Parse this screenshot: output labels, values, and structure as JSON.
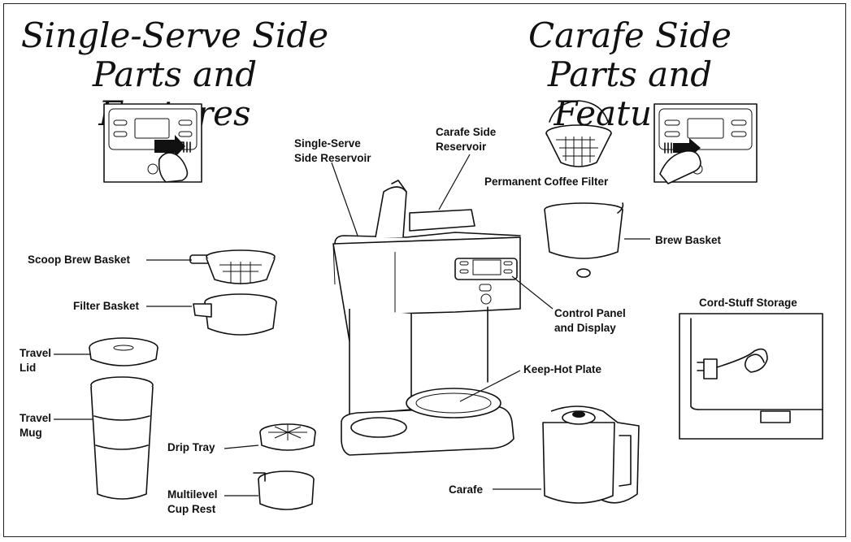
{
  "titles": {
    "left_line1": "Single-Serve Side",
    "left_line2": "Parts and Features",
    "right_line1": "Carafe Side",
    "right_line2": "Parts and Features"
  },
  "labels": {
    "single_serve_reservoir": [
      "Single-Serve",
      "Side Reservoir"
    ],
    "carafe_reservoir": [
      "Carafe Side",
      "Reservoir"
    ],
    "permanent_filter": "Permanent Coffee Filter",
    "brew_basket": "Brew Basket",
    "scoop_brew_basket": "Scoop Brew Basket",
    "filter_basket": "Filter Basket",
    "travel_lid": [
      "Travel",
      "Lid"
    ],
    "travel_mug": [
      "Travel",
      "Mug"
    ],
    "control_panel": [
      "Control Panel",
      "and Display"
    ],
    "cord_storage": "Cord-Stuff Storage",
    "keep_hot_plate": "Keep-Hot Plate",
    "drip_tray": "Drip Tray",
    "multilevel_cup_rest": [
      "Multilevel",
      "Cup Rest"
    ],
    "carafe": "Carafe"
  },
  "panel_icons": {
    "left_inset": "hand-pressing-switch-left-icon",
    "right_inset": "hand-pressing-switch-right-icon"
  }
}
